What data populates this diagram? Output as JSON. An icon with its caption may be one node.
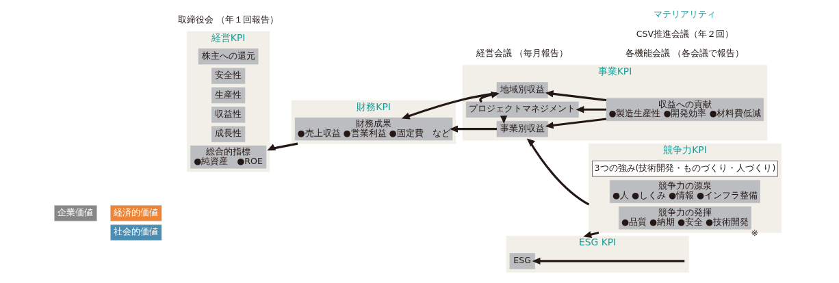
{
  "diagram": {
    "nodes": [
      {
        "text": [
          "企業価値"
        ]
      },
      {
        "text": [
          "経済的価値"
        ]
      },
      {
        "text": [
          "社会的価値"
        ]
      },
      {
        "text": [
          "経営KPI"
        ]
      },
      {
        "text": [
          "総合的指標",
          "●純資産　●ROE"
        ],
        "in": 3
      },
      {
        "text": [
          "成長性"
        ],
        "in": 3
      },
      {
        "text": [
          "収益性"
        ],
        "in": 3
      },
      {
        "text": [
          "生産性"
        ],
        "in": 3
      },
      {
        "text": [
          "安全性"
        ],
        "in": 3
      },
      {
        "text": [
          "株主への還元"
        ],
        "in": 3
      },
      {
        "text": [
          "財務KPI"
        ]
      },
      {
        "text": [
          "財務成果",
          "●売上収益 ●営業利益 ●固定費　など"
        ],
        "in": 10
      },
      {
        "text": [
          "事業KPI"
        ]
      },
      {
        "text": [
          "事業別収益"
        ],
        "in": 12
      },
      {
        "text": [
          "プロジェクトマネジメント"
        ],
        "in": 12
      },
      {
        "text": [
          "地域別収益"
        ],
        "in": 12
      },
      {
        "text": [
          "収益への貢献",
          "●製造生産性 ●開発効率 ●材料費低減"
        ],
        "in": 12
      },
      {
        "text": [
          "競争力KPI"
        ]
      },
      {
        "text": [
          "競争力の発揮",
          "●品質 ●納期 ●安全 ●技術開発"
        ],
        "beside": [
          "※"
        ],
        "in": 17
      },
      {
        "text": [
          "競争力の源泉",
          "●人 ●しくみ ●情報 ●インフラ整備"
        ],
        "in": 17
      },
      {
        "text": [
          "3つの強み(技術開発・ものづくり・人づくり)"
        ],
        "in": 17
      },
      {
        "text": [
          "ESG KPI"
        ]
      },
      {
        "text": [
          "ESG"
        ],
        "in": 21
      }
    ],
    "edges": [
      {
        "from": 10,
        "to": 3,
        "arrow": "to"
      },
      {
        "from": 13,
        "to": 11,
        "arrow": "to"
      },
      {
        "from": 15,
        "to": 11,
        "arrow": "to"
      },
      {
        "from": 16,
        "to": 13,
        "arrow": "to"
      },
      {
        "from": 16,
        "to": 14,
        "arrow": "to"
      },
      {
        "from": 16,
        "to": 15,
        "arrow": "to"
      },
      {
        "from": 14,
        "to": 13,
        "arrow": "to"
      },
      {
        "from": 14,
        "to": 15,
        "arrow": "to"
      },
      {
        "from": 17,
        "to": 12,
        "arrow": "to"
      },
      {
        "from": 17,
        "to": 21,
        "arrow": "to"
      },
      {
        "from": 21,
        "to": 22,
        "arrow": "to"
      }
    ],
    "labels": [
      "取締役会 （年１回報告）",
      "経営会議 （毎月報告）",
      "各機能会議 （各会議で報告）",
      "CSV推進会議（年２回）",
      "マテリアリティ"
    ]
  }
}
